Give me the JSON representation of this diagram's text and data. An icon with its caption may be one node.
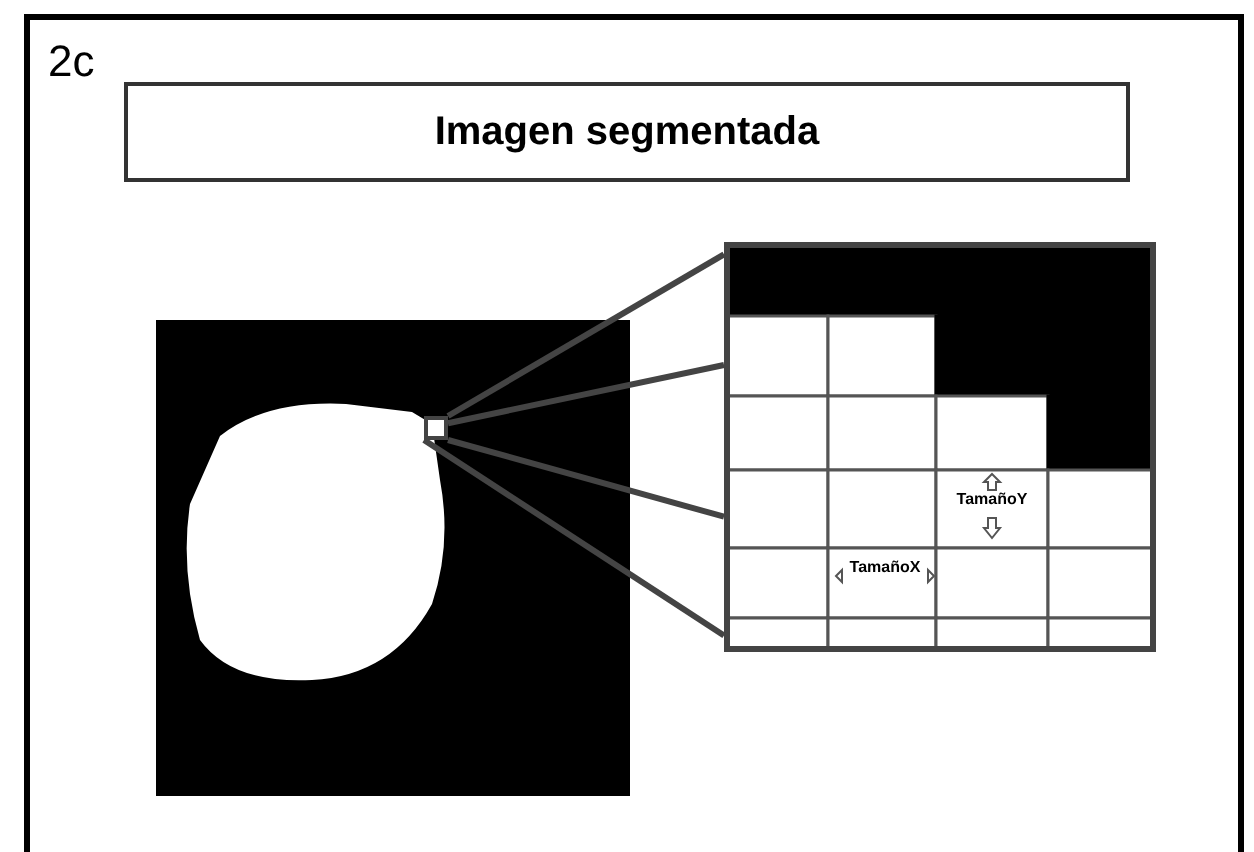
{
  "diagram": {
    "nodes": [
      {
        "text": [
          "Imagen segmentada"
        ]
      },
      {
        "text": [],
        "shape": "picture"
      },
      {
        "text": [],
        "shape": "box",
        "in": 1
      },
      {
        "text": [],
        "shape": "box"
      }
    ],
    "edges": [
      {
        "from": 2,
        "to": 3,
        "arrow": "none"
      },
      {
        "from": 2,
        "to": 3,
        "arrow": "none"
      },
      {
        "from": 2,
        "to": 3,
        "arrow": "none"
      },
      {
        "from": 2,
        "to": 3,
        "arrow": "none"
      }
    ],
    "labels": [
      "2c",
      "TamañoY",
      "TamañoX"
    ]
  }
}
